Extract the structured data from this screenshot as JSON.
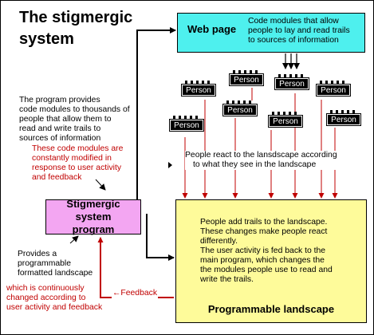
{
  "title": [
    "The stigmergic",
    "system"
  ],
  "web_page": {
    "label": "Web page",
    "description": [
      "Code modules that allow",
      "people to lay and read trails",
      "to sources of information"
    ]
  },
  "program_text": [
    "The program provides",
    "code modules to thousands of",
    "people that allow them to",
    "read and write trails to",
    "sources of information"
  ],
  "modules_text": [
    "These code modules are",
    "constantly modified in",
    "response to user activity",
    "and feedback"
  ],
  "person_label": "Person",
  "react_text": [
    "People react to the lansdscape according",
    "to what they see in the landscape"
  ],
  "stigmergic_box": [
    "Stigmergic system",
    "program"
  ],
  "provides_text": [
    "Provides a",
    "programmable",
    "formatted landscape"
  ],
  "changed_text": [
    "which is continuously",
    "changed according to",
    "user activity and feedback"
  ],
  "feedback_label": "←Feedback",
  "landscape": {
    "text": [
      "People add trails to the landscape.",
      "These changes make people react",
      "differently.",
      "The user activity is fed back to the",
      "main program, which changes the",
      "the modules people use to read and",
      "write the trails."
    ],
    "title": "Programmable landscape"
  },
  "colors": {
    "web": "#4ef0ee",
    "stigmergic": "#f3a6f2",
    "landscape": "#fefb9a",
    "arrow_red": "#c00000"
  }
}
